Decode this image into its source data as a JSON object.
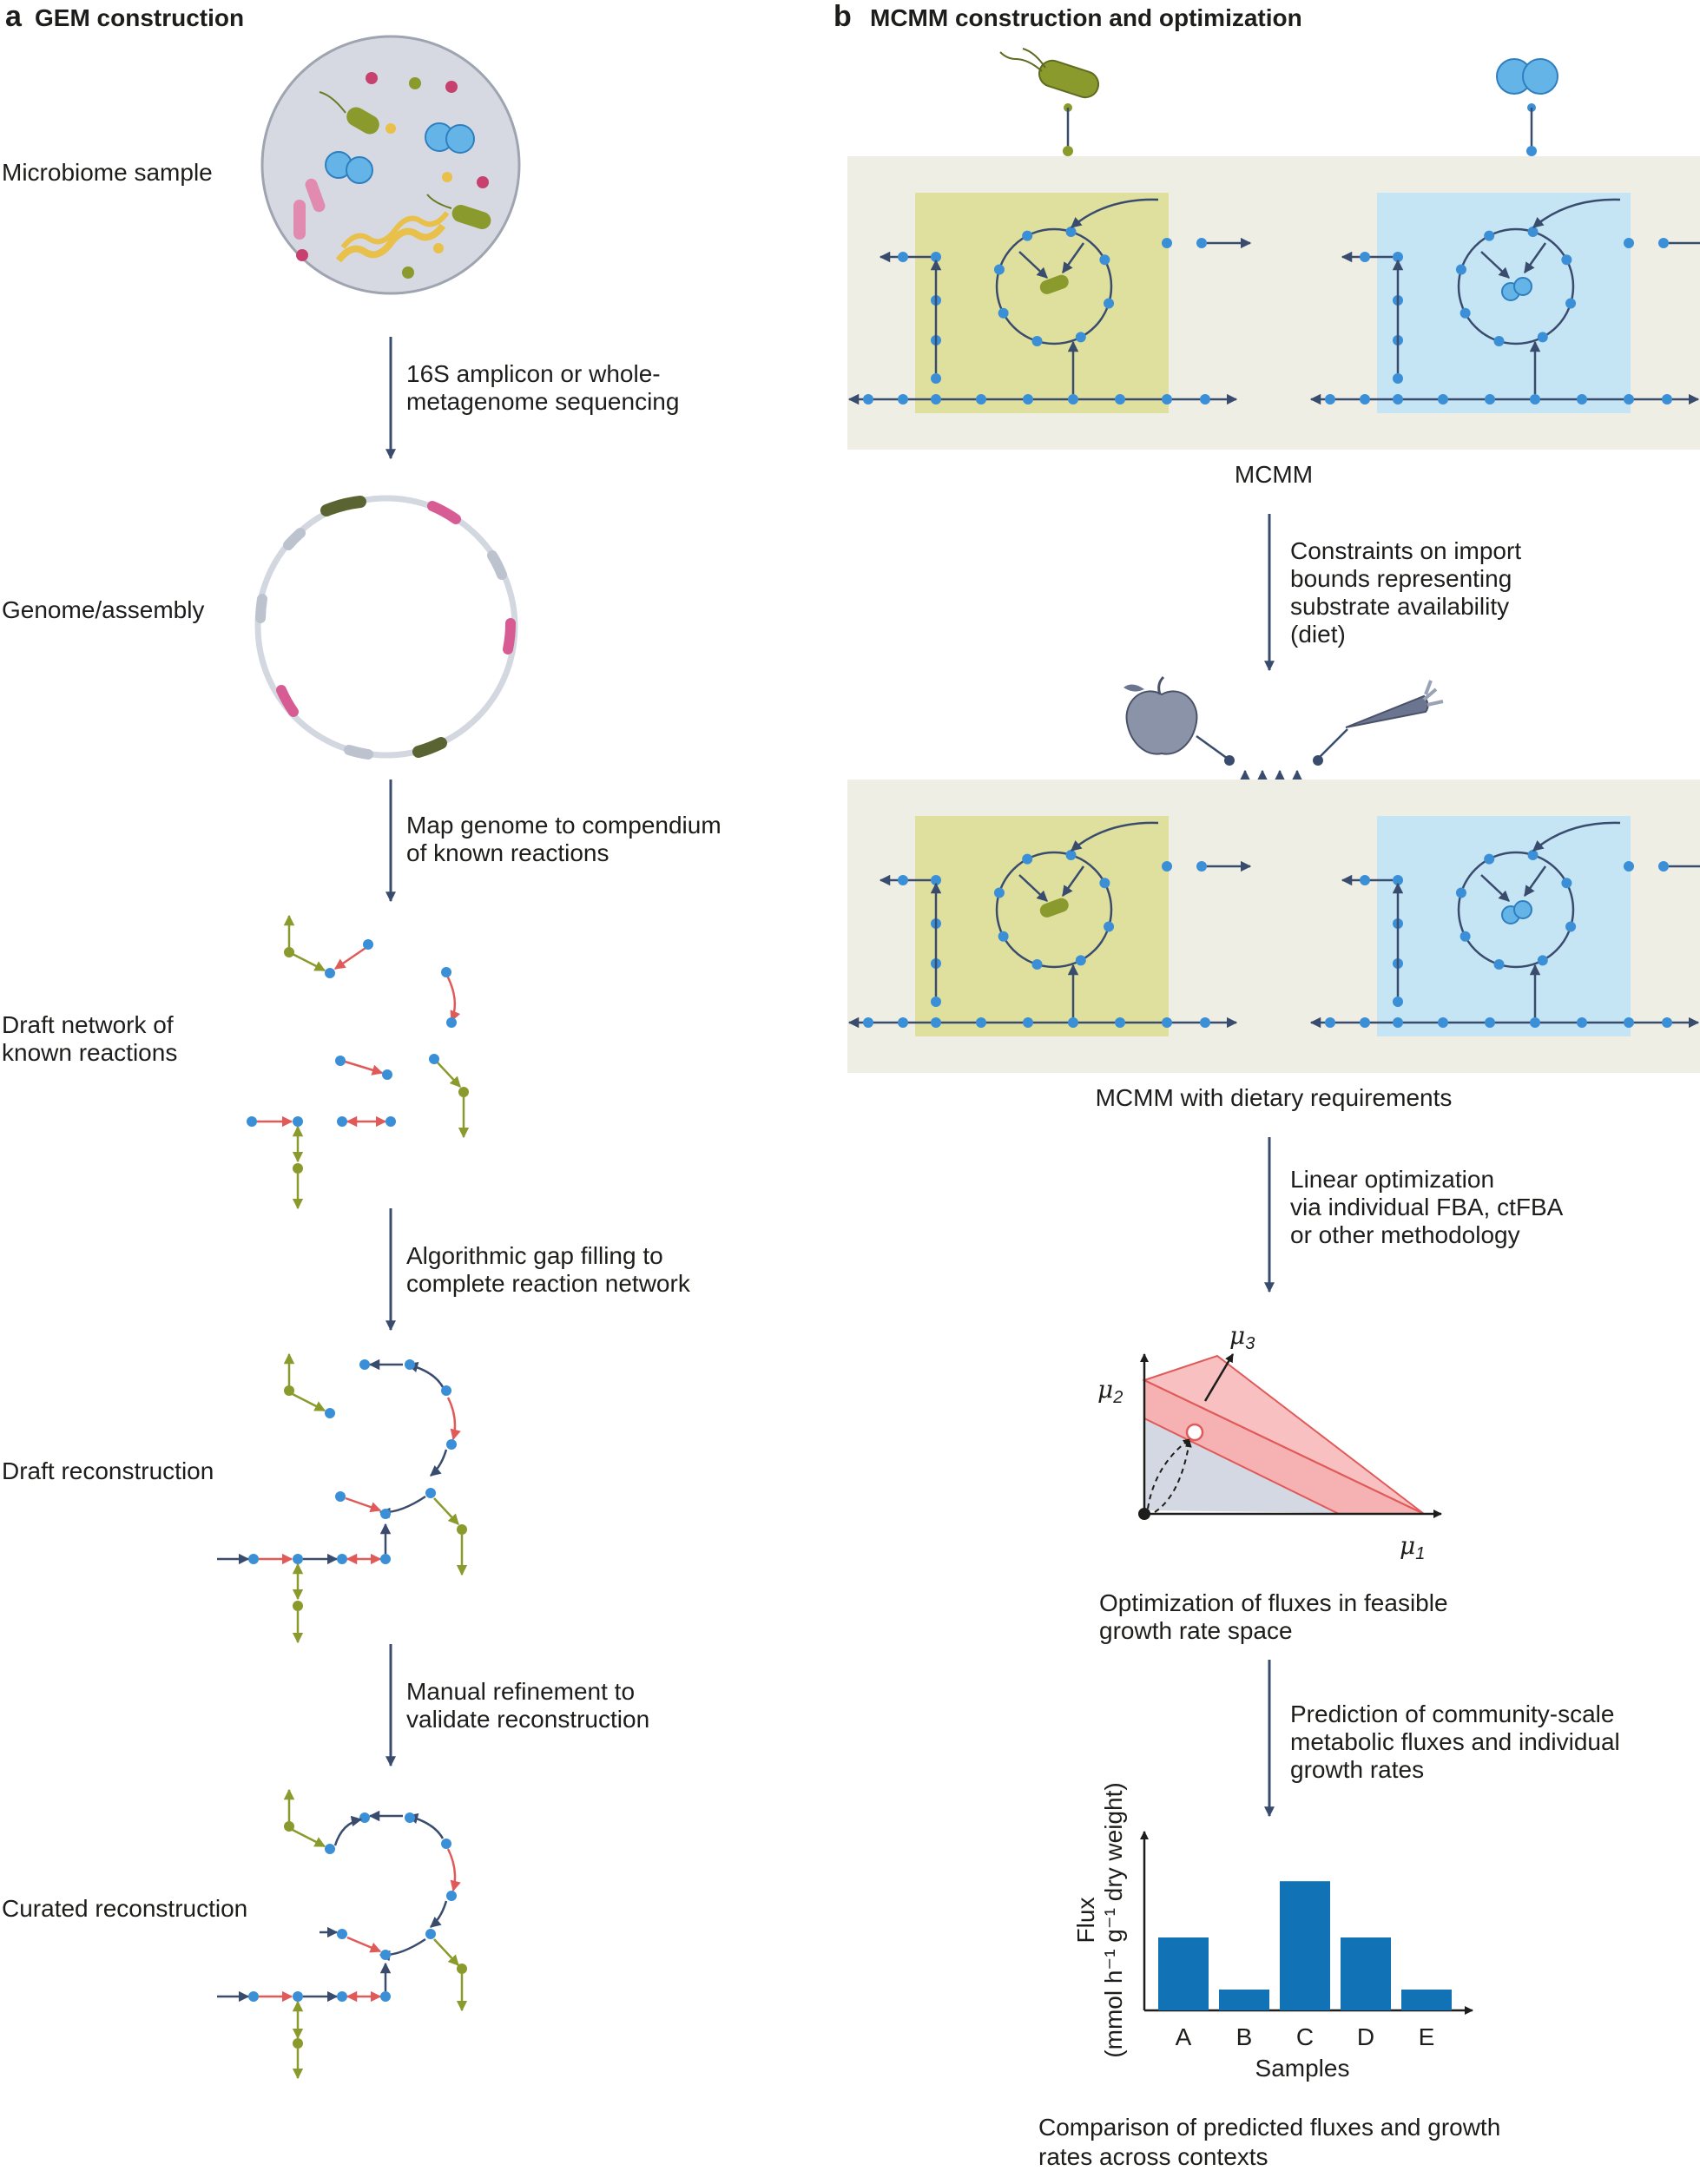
{
  "panel_a": {
    "letter": "a",
    "title": "GEM construction",
    "stages": [
      "Microbiome sample",
      "Genome/assembly",
      "Draft network of",
      "known reactions",
      "Draft reconstruction",
      "Curated reconstruction"
    ],
    "steps": [
      [
        "16S amplicon or whole-",
        "metagenome sequencing"
      ],
      [
        "Map genome to compendium",
        "of known reactions"
      ],
      [
        "Algorithmic gap filling to",
        "complete reaction network"
      ],
      [
        "Manual refinement to",
        "validate reconstruction"
      ]
    ]
  },
  "panel_b": {
    "letter": "b",
    "title": "MCMM construction and optimization",
    "mcmm_label": "MCMM",
    "diet_step": [
      "Constraints on import",
      "bounds representing",
      "substrate availability",
      "(diet)"
    ],
    "mcmm_diet_label": "MCMM with dietary requirements",
    "opt_step": [
      "Linear optimization",
      "via individual FBA, ctFBA",
      "or other methodology"
    ],
    "growth_axes": {
      "mu": "μ",
      "sub1": "1",
      "sub2": "2",
      "sub3": "3"
    },
    "growth_caption": [
      "Optimization of fluxes in feasible",
      "growth rate space"
    ],
    "pred_step": [
      "Prediction of community-scale",
      "metabolic fluxes and individual",
      "growth rates"
    ],
    "final_caption": [
      "Comparison of predicted fluxes and growth",
      "rates across contexts"
    ]
  },
  "colors": {
    "arrow": "#3a4c6e",
    "node_blue": "#3a8fd6",
    "node_green": "#8a9a2c",
    "red": "#e05a5a",
    "green_box": "#dfe09e",
    "blue_box": "#c5e4f4",
    "bg_box": "#efeee4",
    "bar": "#1172b5"
  },
  "chart_data": {
    "type": "bar",
    "categories": [
      "A",
      "B",
      "C",
      "D",
      "E"
    ],
    "values": [
      0.35,
      0.1,
      0.62,
      0.35,
      0.1
    ],
    "xlabel": "Samples",
    "ylabel_line1": "Flux",
    "ylabel_line2": "(mmol h⁻¹ g⁻¹ dry weight)",
    "ylim": [
      0,
      1
    ]
  }
}
